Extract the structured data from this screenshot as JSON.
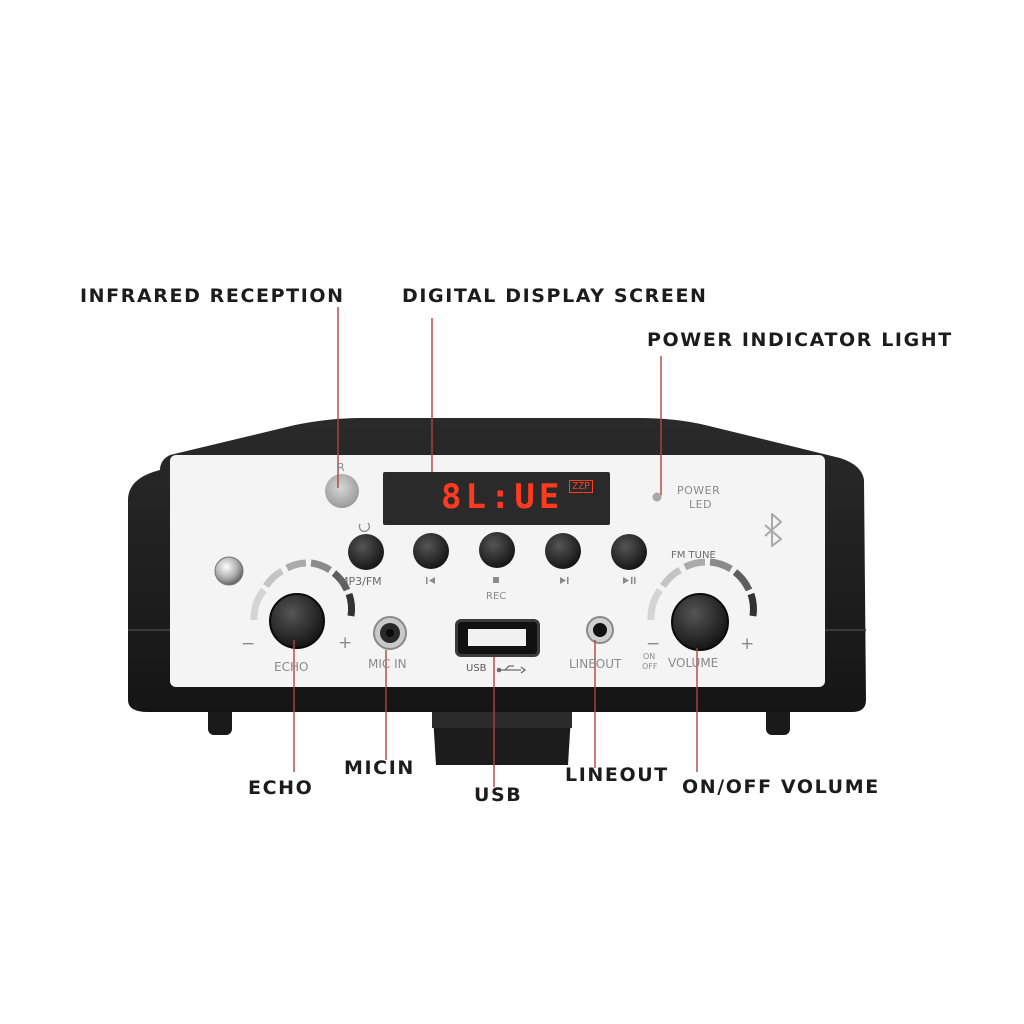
{
  "callouts": {
    "infrared": "INFRARED RECEPTION",
    "display": "DIGITAL DISPLAY SCREEN",
    "power_light": "POWER INDICATOR LIGHT",
    "echo": "ECHO",
    "micin": "MICIN",
    "usb": "USB",
    "lineout": "LINEOUT",
    "volume": "ON/OFF VOLUME"
  },
  "panel": {
    "ir_label": "R",
    "display_text": "8L:UE",
    "display_badge": "ZZP",
    "power_led": [
      "POWER",
      "LED"
    ],
    "mp3fm": "MP3/FM",
    "rec": "REC",
    "fm_tune": "FM TUNE",
    "echo": "ECHO",
    "mic_in": "MIC IN",
    "usb": "USB",
    "lineout": "LINEOUT",
    "on": "ON",
    "off": "OFF",
    "volume": "VOLUME",
    "minus": "−",
    "plus": "+"
  },
  "colors": {
    "leader": "#b2453d",
    "housing": "#1b1b1b",
    "faceplate": "#f4f4f4",
    "display_text": "#ff3a1e"
  },
  "icons": {
    "bluetooth": "bluetooth-icon",
    "repeat": "repeat-icon",
    "prev": "skip-previous-icon",
    "stop": "stop-icon",
    "next": "skip-next-icon",
    "playpause": "play-pause-icon"
  }
}
